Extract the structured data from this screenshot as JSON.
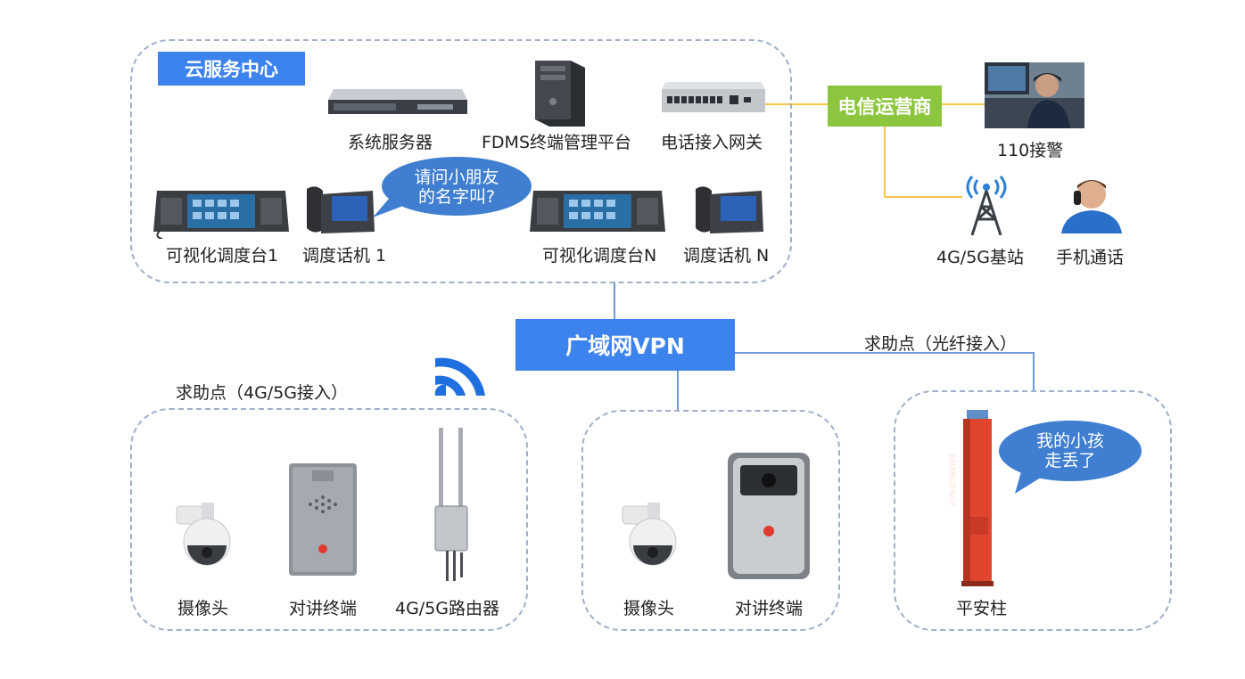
{
  "cloud": {
    "title": "云服务中心",
    "system_server": "系统服务器",
    "fdms": "FDMS终端管理平台",
    "gateway": "电话接入网关",
    "console_1": "可视化调度台1",
    "phone_1": "调度话机 1",
    "console_n": "可视化调度台N",
    "phone_n": "调度话机 N",
    "bubble": [
      "请问小朋友",
      "的名字叫?"
    ]
  },
  "telecom": {
    "carrier": "电信运营商",
    "police": "110接警",
    "base_station": "4G/5G基站",
    "mobile_call": "手机通话"
  },
  "wan": {
    "label": "广域网VPN"
  },
  "help_4g": {
    "title": "求助点（4G/5G接入）",
    "camera": "摄像头",
    "intercom": "对讲终端",
    "router": "4G/5G路由器"
  },
  "help_mid": {
    "camera": "摄像头",
    "intercom": "对讲终端"
  },
  "help_fiber": {
    "title": "求助点（光纤接入）",
    "pillar": "平安柱",
    "bubble": [
      "我的小孩",
      "走丢了"
    ],
    "pillar_text": "EMERGENCY"
  },
  "colors": {
    "accent_blue": "#3c83ee",
    "carrier_green": "#8cc63e",
    "zone_border": "#9fb0c8",
    "orange_link": "#f7c54a",
    "bubble_blue": "#3f7ed0",
    "pillar_red": "#e0452e"
  }
}
